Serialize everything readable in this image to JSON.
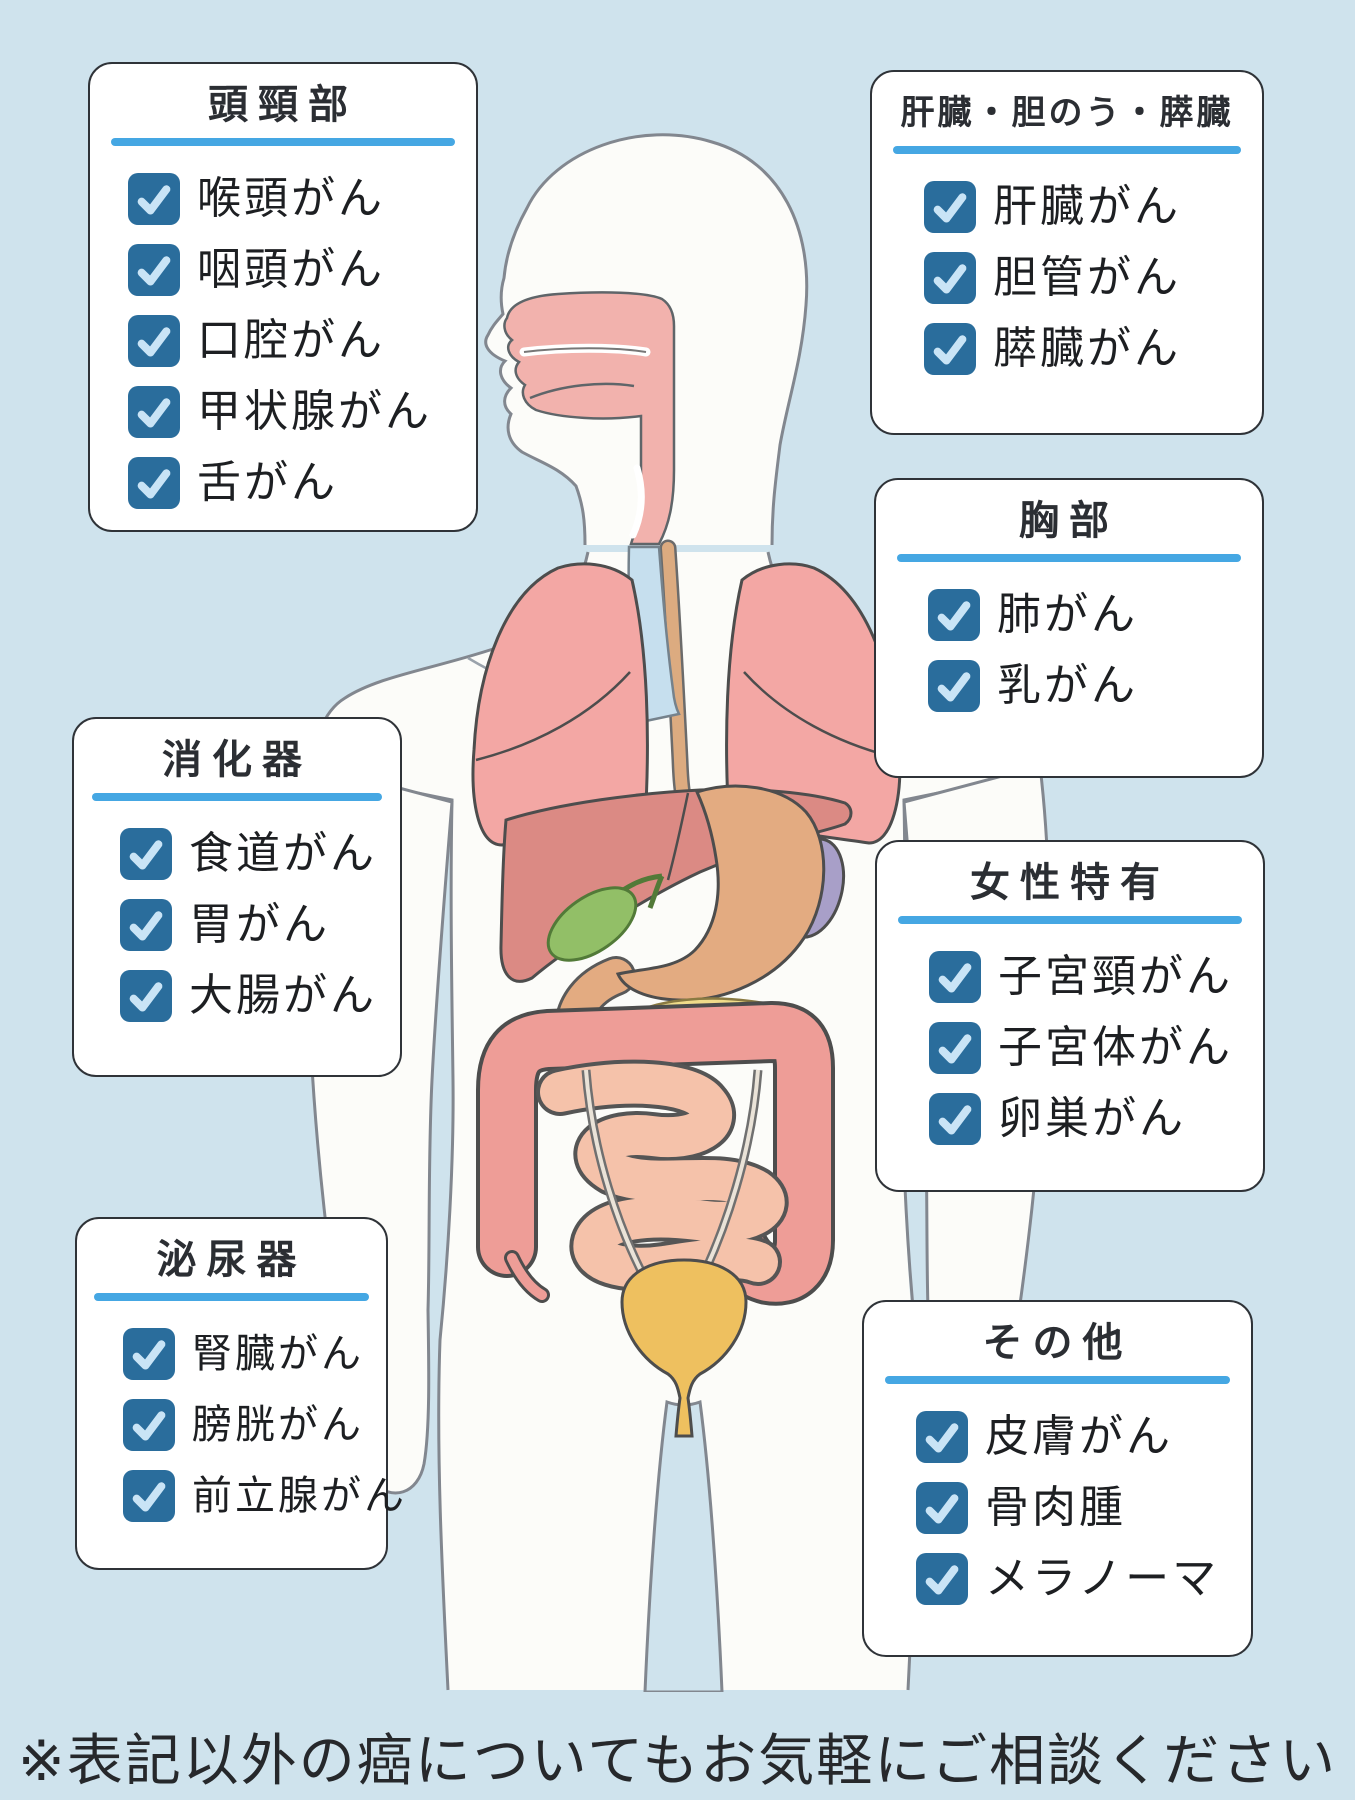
{
  "page": {
    "background_color": "#cfe3ed",
    "note": "※表記以外の癌についてもお気軽にご相談ください"
  },
  "accent": {
    "underline_color": "#45a7e3",
    "checkbox_color": "#2a6d9c",
    "checkmark_color": "#c9e4f6",
    "panel_border_color": "#2f3338"
  },
  "groups": [
    {
      "title": "頭頸部",
      "items": [
        "喉頭がん",
        "咽頭がん",
        "口腔がん",
        "甲状腺がん",
        "舌がん"
      ]
    },
    {
      "title": "肝臓・胆のう・膵臓",
      "items": [
        "肝臓がん",
        "胆管がん",
        "膵臓がん"
      ]
    },
    {
      "title": "胸部",
      "items": [
        "肺がん",
        "乳がん"
      ]
    },
    {
      "title": "消化器",
      "items": [
        "食道がん",
        "胃がん",
        "大腸がん"
      ]
    },
    {
      "title": "女性特有",
      "items": [
        "子宮頸がん",
        "子宮体がん",
        "卵巣がん"
      ]
    },
    {
      "title": "泌尿器",
      "items": [
        "腎臓がん",
        "膀胱がん",
        "前立腺がん"
      ]
    },
    {
      "title": "その他",
      "items": [
        "皮膚がん",
        "骨肉腫",
        "メラノーマ"
      ]
    }
  ]
}
